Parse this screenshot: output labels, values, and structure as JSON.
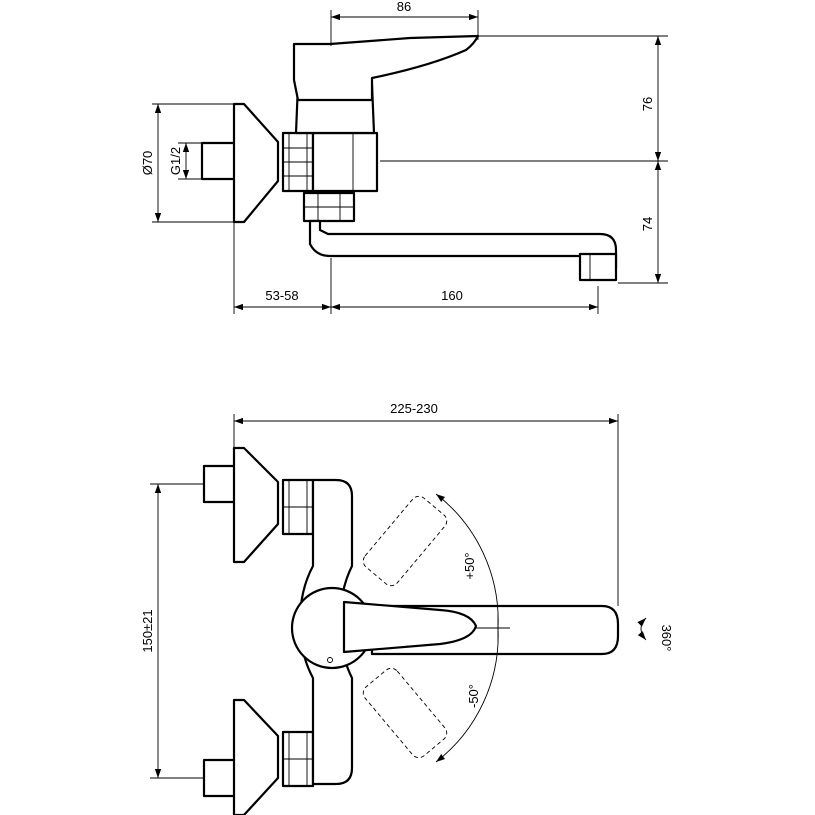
{
  "dimensions": {
    "lever_reach": "86",
    "height_lever": "76",
    "height_spout": "74",
    "rosette_diameter": "Ø70",
    "thread": "G1/2",
    "wall_offset": "53-58",
    "spout_reach": "160",
    "total_width": "225-230",
    "center_distance": "150±21",
    "angle_plus": "+50°",
    "angle_minus": "-50°",
    "rotation": "360°"
  }
}
